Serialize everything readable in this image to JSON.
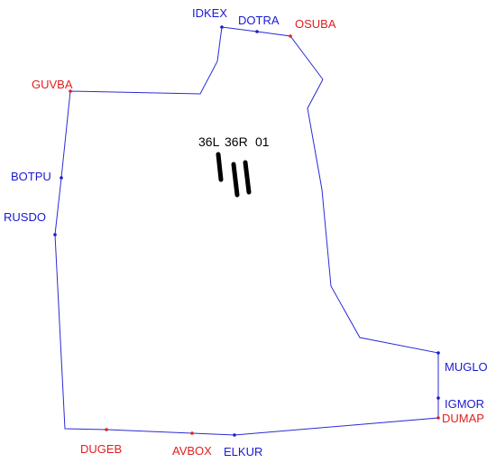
{
  "colors": {
    "boundary": "#2b2bd6",
    "waypoint_blue": "#1a1ad0",
    "waypoint_red": "#e02020",
    "runway": "#000000"
  },
  "waypoints": [
    {
      "id": "IDKEX",
      "color": "blue"
    },
    {
      "id": "DOTRA",
      "color": "blue"
    },
    {
      "id": "OSUBA",
      "color": "red"
    },
    {
      "id": "GUVBA",
      "color": "red"
    },
    {
      "id": "BOTPU",
      "color": "blue"
    },
    {
      "id": "RUSDO",
      "color": "blue"
    },
    {
      "id": "MUGLO",
      "color": "blue"
    },
    {
      "id": "IGMOR",
      "color": "blue"
    },
    {
      "id": "DUMAP",
      "color": "red"
    },
    {
      "id": "DUGEB",
      "color": "red"
    },
    {
      "id": "AVBOX",
      "color": "red"
    },
    {
      "id": "ELKUR",
      "color": "blue"
    }
  ],
  "runways": [
    {
      "label": "36L"
    },
    {
      "label": "36R"
    },
    {
      "label": "01"
    }
  ]
}
